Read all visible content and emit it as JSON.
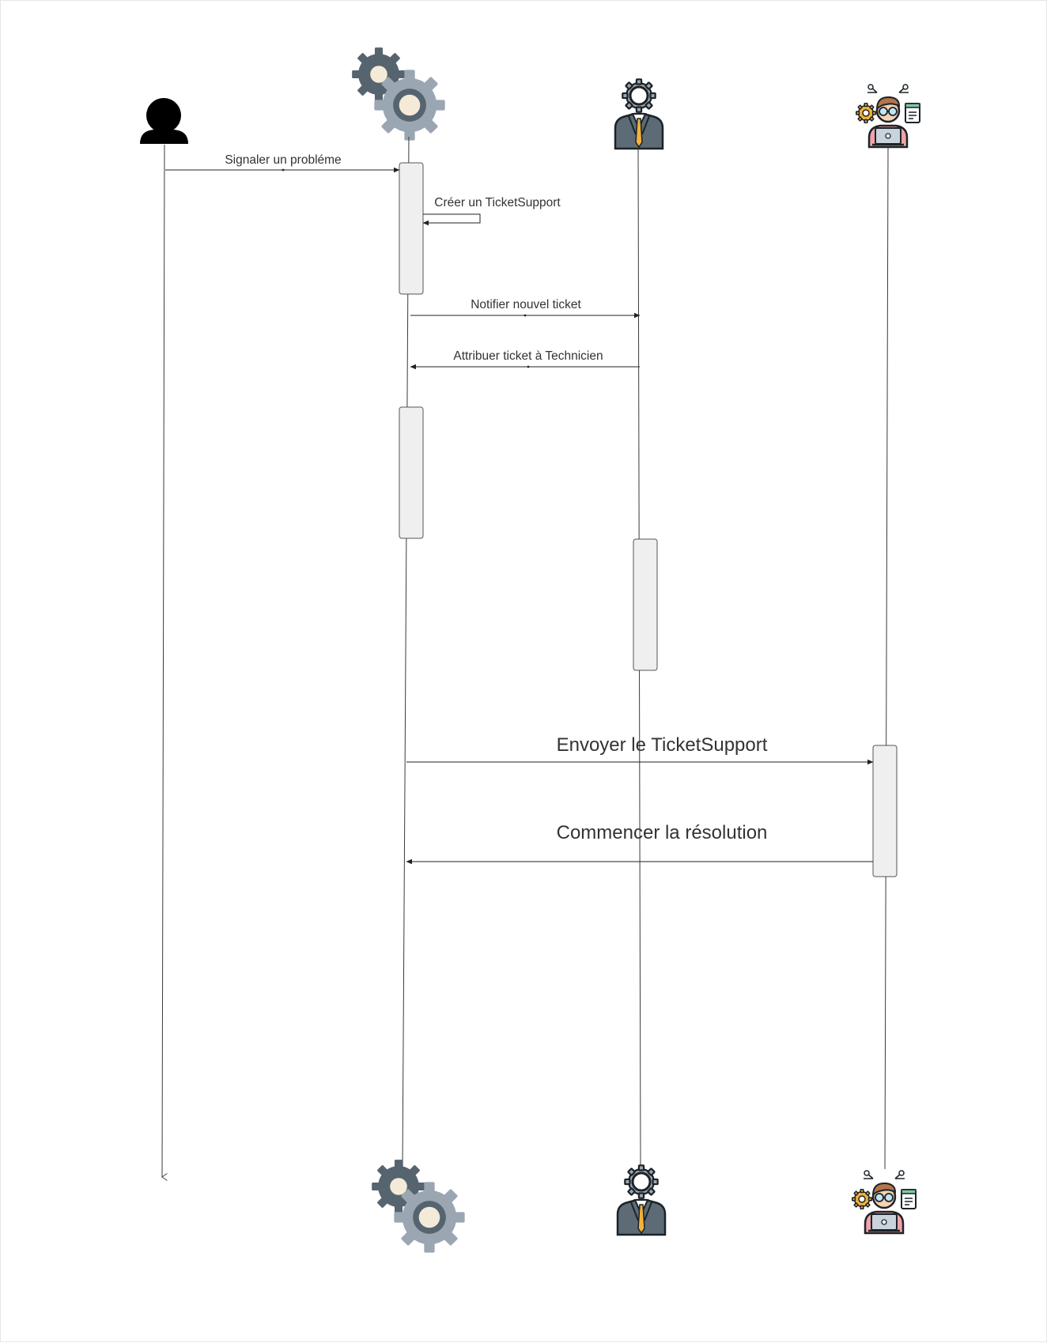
{
  "colors": {
    "gear_dark": "#56646f",
    "gear_light": "#9aa6b2",
    "gear_hub": "#f4ead8",
    "person_black": "#000000",
    "suit": "#5d6b76",
    "tie": "#f3b23a",
    "tech_shirt": "#f2a3a8",
    "tech_hair": "#b5744a",
    "tech_skin": "#f6d2b0",
    "laptop": "#c9d3dc",
    "activation_fill": "#efefef"
  },
  "participants": [
    {
      "id": "user",
      "icon": "user-silhouette-icon"
    },
    {
      "id": "system",
      "icon": "gears-icon"
    },
    {
      "id": "manager",
      "icon": "businessman-gear-head-icon"
    },
    {
      "id": "technician",
      "icon": "technician-laptop-icon"
    }
  ],
  "messages": [
    {
      "id": "m1",
      "label": "Signaler un probléme"
    },
    {
      "id": "m2",
      "label": "Créer un TicketSupport"
    },
    {
      "id": "m3",
      "label": "Notifier nouvel ticket"
    },
    {
      "id": "m4",
      "label": "Attribuer ticket à Technicien"
    },
    {
      "id": "m5",
      "label": "Envoyer le TicketSupport"
    },
    {
      "id": "m6",
      "label": "Commencer la résolution"
    }
  ]
}
